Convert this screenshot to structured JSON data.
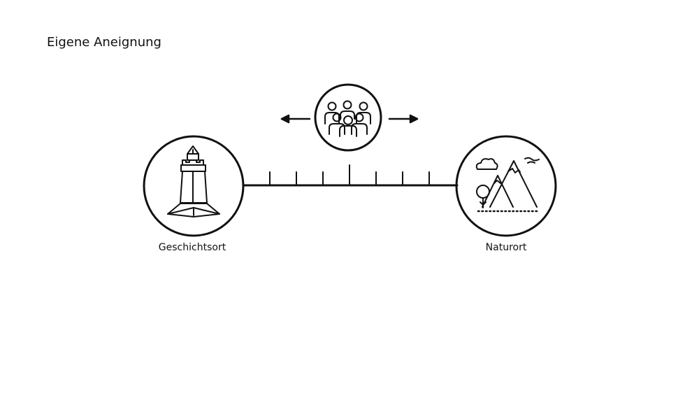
{
  "page": {
    "title": "Eigene Aneignung"
  },
  "scale": {
    "left_label": "Geschichtsort",
    "right_label": "Naturort",
    "ticks": 7,
    "center_tick": 4
  },
  "icons": {
    "left": "tower-icon",
    "center": "group-of-people-icon",
    "right": "mountain-landscape-icon",
    "arrows": [
      "arrow-left-icon",
      "arrow-right-icon"
    ]
  },
  "colors": {
    "stroke": "#111111",
    "background": "#ffffff"
  }
}
